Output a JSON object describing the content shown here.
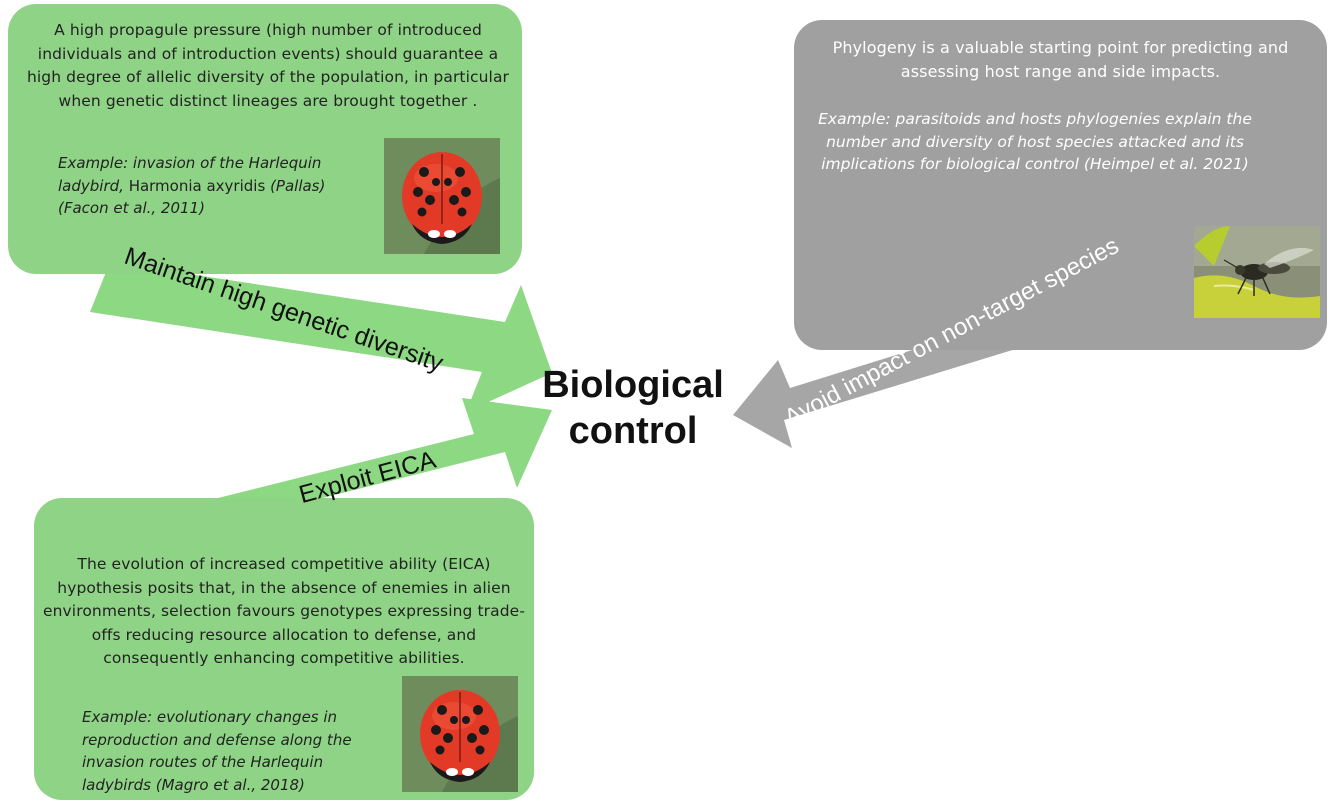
{
  "center": {
    "title_line1": "Biological",
    "title_line2": "control"
  },
  "top_left_box": {
    "description": "A high propagule pressure (high number of introduced individuals and of introduction events) should guarantee a high degree of allelic diversity of the population, in particular when genetic distinct lineages are brought together .",
    "example_part1": "Example: invasion of the Harlequin ladybird,",
    "example_species": "Harmonia axyridis",
    "example_part2": "(Pallas) (Facon et al., 2011)",
    "arrow_label": "Maintain high genetic diversity"
  },
  "bottom_left_box": {
    "description": "The evolution of increased competitive ability (EICA) hypothesis posits that, in the absence of enemies in alien environments, selection favours genotypes expressing trade-offs reducing resource allocation to defense, and consequently enhancing competitive abilities.",
    "example": "Example: evolutionary changes in reproduction and defense along the invasion routes of the Harlequin ladybirds (Magro et al., 2018)",
    "arrow_label": "Exploit EICA"
  },
  "right_box": {
    "description": "Phylogeny is a valuable starting point for predicting and assessing host range and side impacts.",
    "example": "Example:  parasitoids and hosts phylogenies explain the number and diversity of host species attacked and its implications for biological control (Heimpel et al.  2021)",
    "arrow_label": "Avoid impact on non-target species"
  },
  "colors": {
    "green_box": "#8fd486",
    "green_arrow": "#8dd883",
    "gray_box": "#a0a0a0",
    "gray_arrow": "#a6a6a6"
  }
}
